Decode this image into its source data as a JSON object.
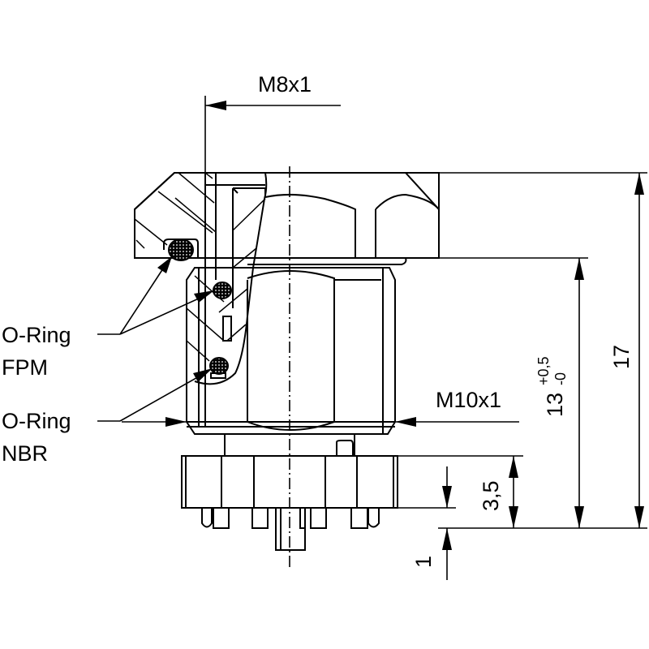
{
  "drawing": {
    "thread_top_label": "M8x1",
    "thread_body_label": "M10x1",
    "oring_fpm": {
      "line1": "O-Ring",
      "line2": "FPM"
    },
    "oring_nbr": {
      "line1": "O-Ring",
      "line2": "NBR"
    },
    "dim_overall": "17",
    "dim_body": "13",
    "dim_body_tol_plus": "+0,5",
    "dim_body_tol_minus": "-0",
    "dim_flange": "3,5",
    "dim_pin": "1"
  },
  "colors": {
    "line": "#000000",
    "background": "#ffffff"
  }
}
